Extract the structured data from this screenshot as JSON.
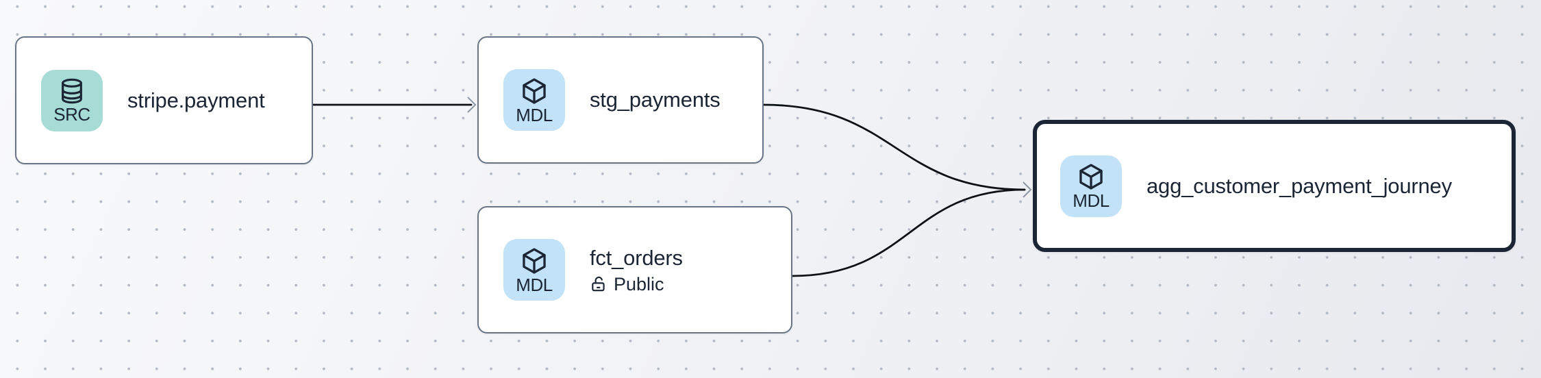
{
  "diagram": {
    "kind": "data-lineage-graph",
    "colors": {
      "edge": "#0e1217",
      "arrowhead": "#8e97a3",
      "node_border": "#697586",
      "node_border_selected": "#1b2536",
      "node_background": "#ffffff",
      "text": "#1c2534",
      "badge_source_background": "#a6dcd5",
      "badge_model_background": "#c2e2f8",
      "canvas_dot": "#b4bac4"
    },
    "nodes": [
      {
        "id": "stripe.payment",
        "title": "stripe.payment",
        "badge_label": "SRC",
        "badge_icon": "database-icon",
        "type": "source",
        "selected": false
      },
      {
        "id": "stg_payments",
        "title": "stg_payments",
        "badge_label": "MDL",
        "badge_icon": "cube-icon",
        "type": "model",
        "selected": false
      },
      {
        "id": "fct_orders",
        "title": "fct_orders",
        "subtitle": "Public",
        "subtitle_icon": "lock-open-icon",
        "badge_label": "MDL",
        "badge_icon": "cube-icon",
        "type": "model",
        "selected": false
      },
      {
        "id": "agg_customer_payment_journey",
        "title": "agg_customer_payment_journey",
        "badge_label": "MDL",
        "badge_icon": "cube-icon",
        "type": "model",
        "selected": true
      }
    ],
    "edges": [
      {
        "from": "stripe.payment",
        "to": "stg_payments"
      },
      {
        "from": "stg_payments",
        "to": "agg_customer_payment_journey"
      },
      {
        "from": "fct_orders",
        "to": "agg_customer_payment_journey"
      }
    ]
  }
}
